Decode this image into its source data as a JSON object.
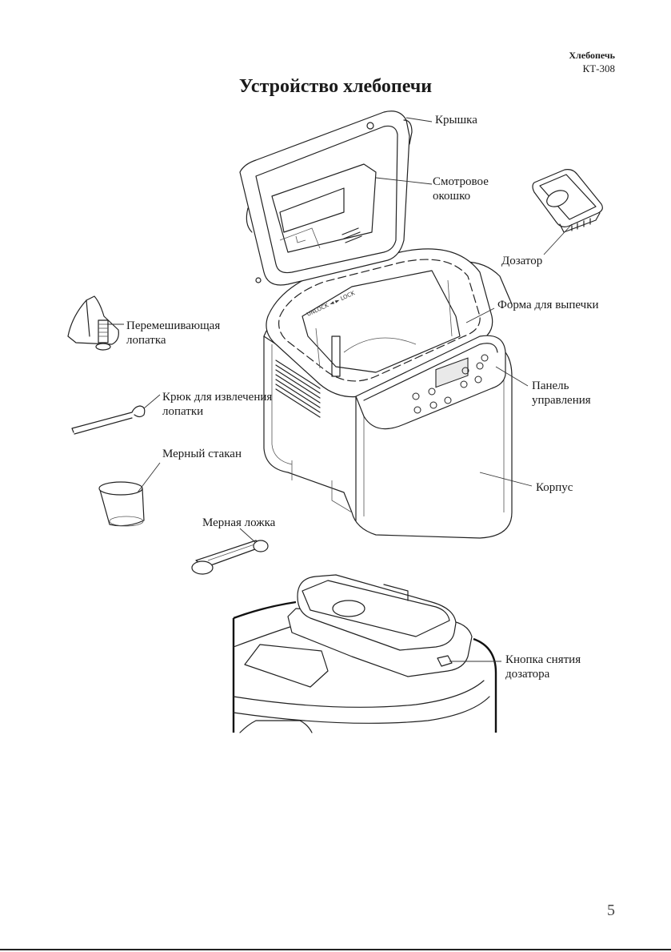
{
  "header": {
    "brand": "Хлебопечь",
    "model": "КТ-308"
  },
  "title": "Устройство хлебопечи",
  "labels": {
    "lid": "Крышка",
    "window_line1": "Смотровое",
    "window_line2": "окошко",
    "dispenser": "Дозатор",
    "pan": "Форма для выпечки",
    "paddle_line1": "Перемешивающая",
    "paddle_line2": "лопатка",
    "panel_line1": "Панель",
    "panel_line2": "управления",
    "hook_line1": "Крюк для извлечения",
    "hook_line2": "лопатки",
    "cup": "Мерный стакан",
    "body": "Корпус",
    "spoon": "Мерная ложка",
    "release_line1": "Кнопка снятия",
    "release_line2": "дозатора"
  },
  "panel_display": "",
  "page_number": "5"
}
